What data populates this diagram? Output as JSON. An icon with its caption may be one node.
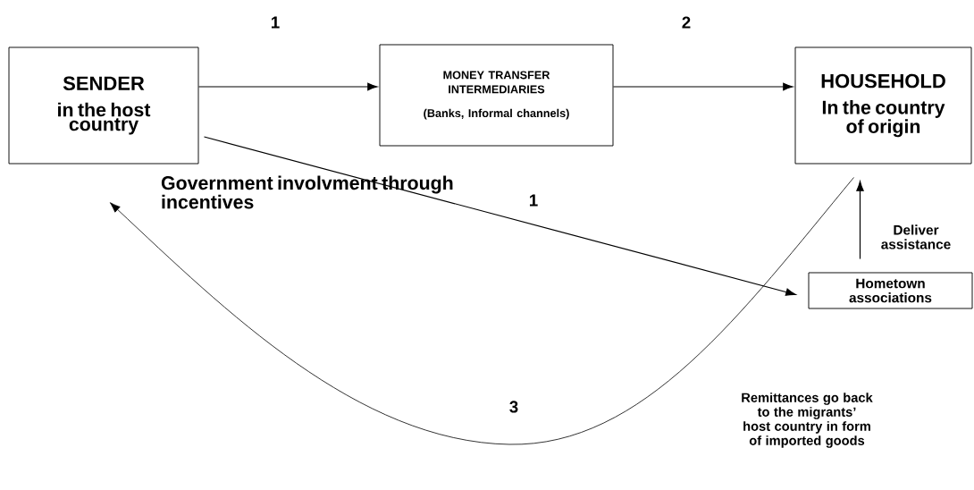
{
  "diagram": {
    "nodes": [
      {
        "text": [
          "SENDER",
          "in the host country"
        ]
      },
      {
        "text": [
          "MONEY TRANSFER INTERMEDIARIES",
          "(Banks, Informal channels)"
        ]
      },
      {
        "text": [
          "HOUSEHOLD",
          "In the country of origin"
        ]
      },
      {
        "text": [
          "Hometown associations"
        ]
      }
    ],
    "edges": [
      {
        "from": 0,
        "to": 1,
        "arrow": "to",
        "label": "1"
      },
      {
        "from": 1,
        "to": 2,
        "arrow": "to",
        "label": "2"
      },
      {
        "from": 0,
        "to": 3,
        "arrow": "to",
        "label": "1"
      },
      {
        "from": 3,
        "to": 2,
        "arrow": "to",
        "label": "Deliver assistance"
      },
      {
        "from": 2,
        "to": 0,
        "arrow": "to",
        "label": "3"
      }
    ],
    "labels": [
      "Government involvment through incentives",
      "Remittances go back to the migrants’ host country in form of imported goods"
    ]
  }
}
